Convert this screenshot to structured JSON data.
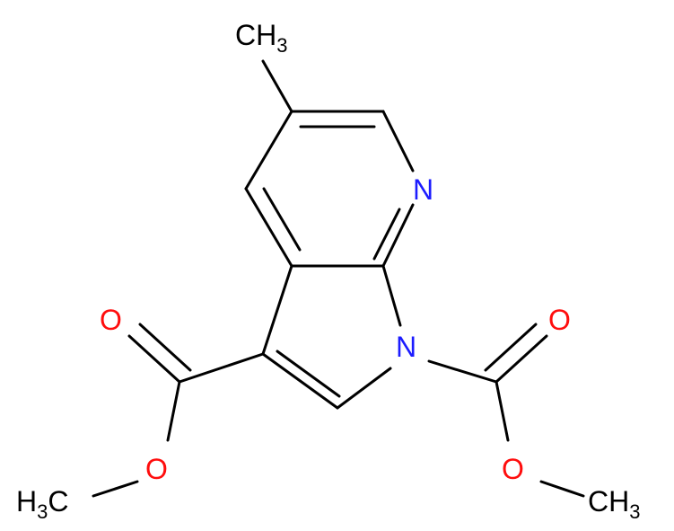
{
  "colors": {
    "bond": "#000000",
    "carbon_label": "#000000",
    "nitrogen": "#1c1cff",
    "oxygen": "#ff0d0d"
  },
  "atoms": {
    "ch3_top": {
      "main": "CH",
      "sub": "3"
    },
    "n_pyridine": {
      "text": "N"
    },
    "n_pyrrole": {
      "text": "N"
    },
    "o_left_carbonyl": {
      "text": "O"
    },
    "o_left_ester": {
      "text": "O"
    },
    "ch3_left": {
      "main": "H",
      "sub": "3",
      "tail": "C"
    },
    "o_right_carbonyl": {
      "text": "O"
    },
    "o_right_ester": {
      "text": "O"
    },
    "ch3_right": {
      "main": "CH",
      "sub": "3"
    }
  }
}
